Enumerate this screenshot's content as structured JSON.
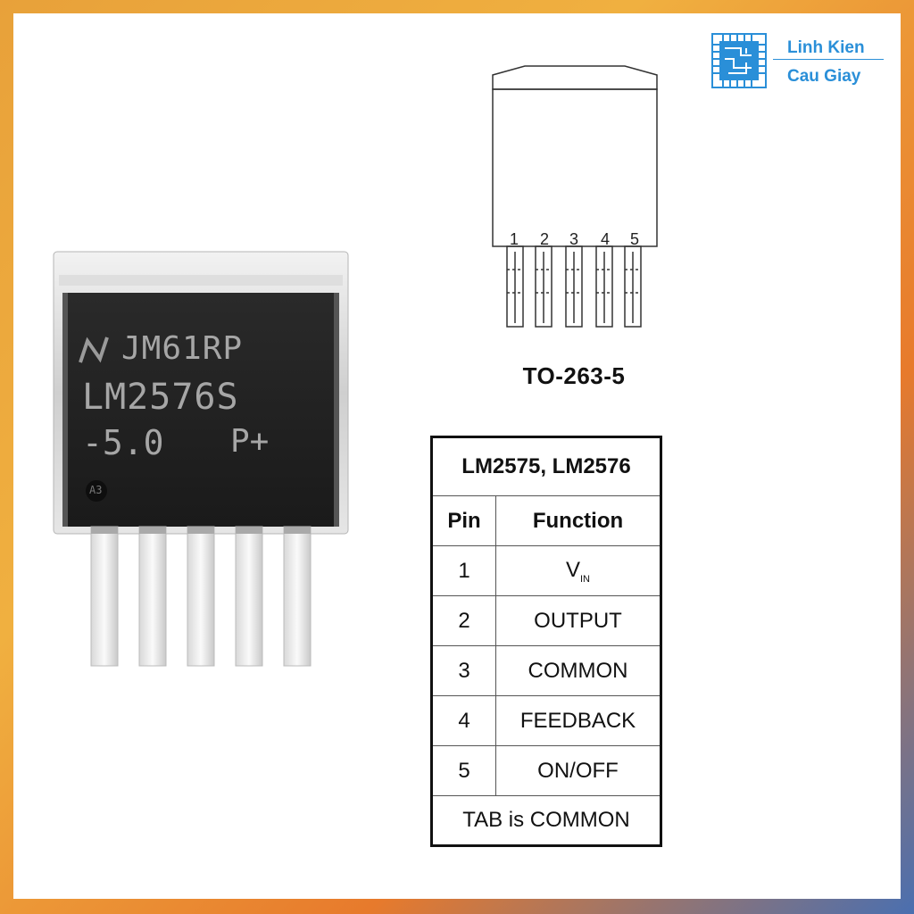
{
  "logo": {
    "line1": "Linh Kien",
    "line2": "Cau Giay",
    "icon": "circuit-chip-icon",
    "color": "#2a8fd8"
  },
  "chip": {
    "marking_line1": "JM61RP",
    "marking_line2": "LM2576S",
    "marking_line3": "-5.0",
    "marking_suffix": "P+",
    "mold_mark": "A3",
    "logo": "national-semiconductor-logo-icon"
  },
  "package": {
    "name": "TO-263-5",
    "pins": [
      "1",
      "2",
      "3",
      "4",
      "5"
    ]
  },
  "table": {
    "title": "LM2575, LM2576",
    "col_pin": "Pin",
    "col_function": "Function",
    "rows": [
      {
        "pin": "1",
        "function": "V",
        "function_sub": "IN"
      },
      {
        "pin": "2",
        "function": "OUTPUT"
      },
      {
        "pin": "3",
        "function": "COMMON"
      },
      {
        "pin": "4",
        "function": "FEEDBACK"
      },
      {
        "pin": "5",
        "function": "ON/OFF"
      }
    ],
    "footer": "TAB is COMMON"
  }
}
